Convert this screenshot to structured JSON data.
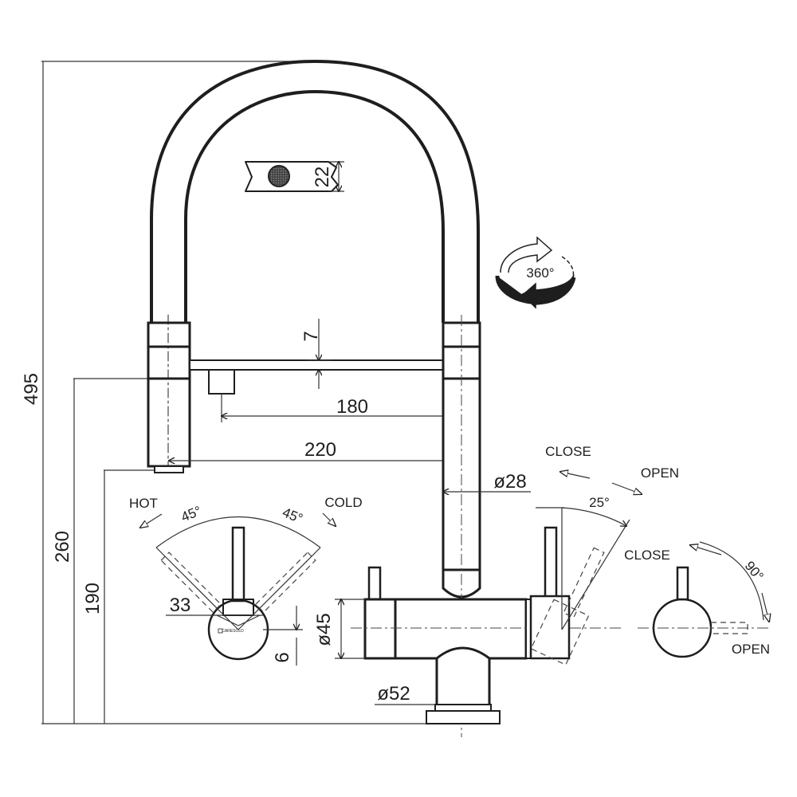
{
  "dimensions": {
    "total_height": "495",
    "aerator": "22",
    "rail_gap": "7",
    "rail_length": "180",
    "reach": "220",
    "spout_diameter": "ø28",
    "height_260": "260",
    "height_190": "190",
    "body_diameter": "ø45",
    "base_diameter": "ø52",
    "handle_offset": "33",
    "handle_depth": "6"
  },
  "rotation": {
    "label": "360°"
  },
  "side_lever": {
    "close_label": "CLOSE",
    "open_label": "OPEN",
    "angle": "25°"
  },
  "front_lever": {
    "hot_label": "HOT",
    "cold_label": "COLD",
    "angle_left": "45°",
    "angle_right": "45°"
  },
  "filter_lever": {
    "close_label": "CLOSE",
    "open_label": "OPEN",
    "angle": "90°"
  },
  "logo_text": "CARESOLD"
}
